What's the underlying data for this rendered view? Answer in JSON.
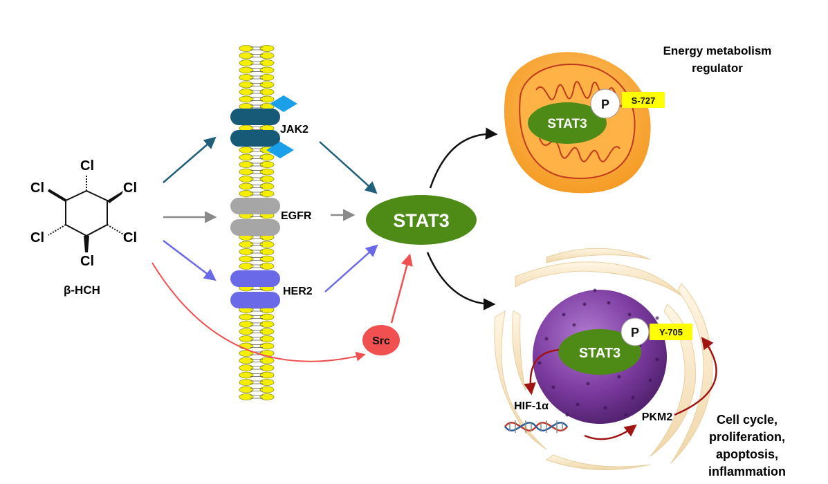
{
  "molecule": {
    "name": "β-HCH",
    "substituent": "Cl"
  },
  "receptors": {
    "jak2": "JAK2",
    "egfr": "EGFR",
    "her2": "HER2"
  },
  "kinase_src": "Src",
  "stat3_center": "STAT3",
  "mitochondrion": {
    "title_line1": "Energy metabolism",
    "title_line2": "regulator",
    "stat3": "STAT3",
    "phospho": "P",
    "site": "S-727"
  },
  "nucleus": {
    "stat3": "STAT3",
    "phospho": "P",
    "site": "Y-705",
    "target_hif": "HIF-1α",
    "target_pkm": "PKM2"
  },
  "outcomes": [
    "Cell cycle,",
    "proliferation,",
    "apoptosis,",
    "inflammation"
  ],
  "colors": {
    "jak2_arrow": "#1f5f7a",
    "egfr_arrow": "#8a8a8a",
    "her2_arrow": "#6a6ae8",
    "src_arrow": "#f05050",
    "stat3": "#4e8a16",
    "mito_outer": "#f3961c",
    "mito_cristae": "#c0391b",
    "nucleus": "#7a3a9e",
    "er": "#f5deb3",
    "phospho_label": "#ffff00",
    "feedback_arrow": "#a01414"
  }
}
